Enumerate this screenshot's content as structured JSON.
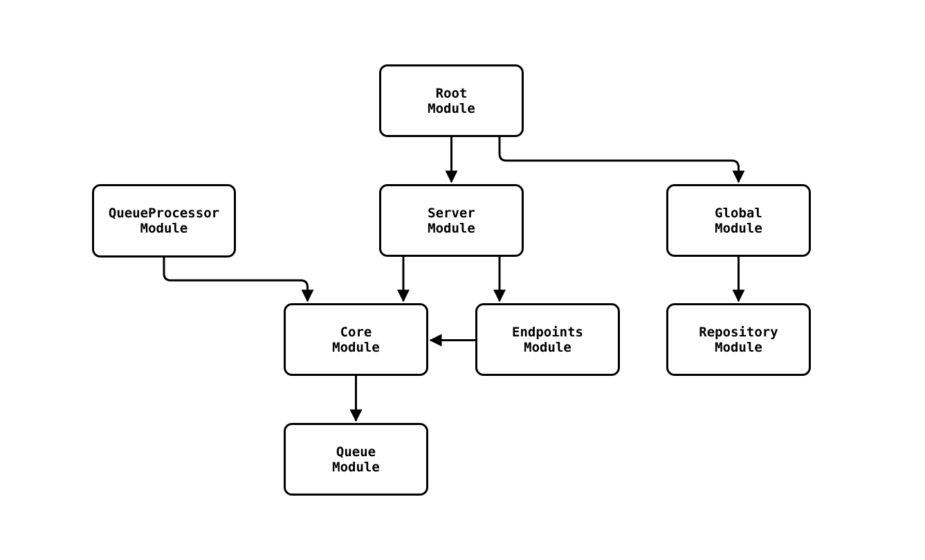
{
  "diagram": {
    "type": "module-dependency-graph",
    "background_color": "#ffffff",
    "stroke_color": "#000000",
    "box_fill_color": "#ffffff",
    "nodes": {
      "root": {
        "label": "Root\nModule"
      },
      "server": {
        "label": "Server\nModule"
      },
      "global": {
        "label": "Global\nModule"
      },
      "queueprocessor": {
        "label": "QueueProcessor\nModule"
      },
      "core": {
        "label": "Core\nModule"
      },
      "endpoints": {
        "label": "Endpoints\nModule"
      },
      "repository": {
        "label": "Repository\nModule"
      },
      "queue": {
        "label": "Queue\nModule"
      }
    },
    "edges": [
      {
        "from": "root",
        "to": "server"
      },
      {
        "from": "root",
        "to": "global"
      },
      {
        "from": "queueprocessor",
        "to": "core"
      },
      {
        "from": "server",
        "to": "core"
      },
      {
        "from": "server",
        "to": "endpoints"
      },
      {
        "from": "endpoints",
        "to": "core"
      },
      {
        "from": "global",
        "to": "repository"
      },
      {
        "from": "core",
        "to": "queue"
      }
    ]
  }
}
